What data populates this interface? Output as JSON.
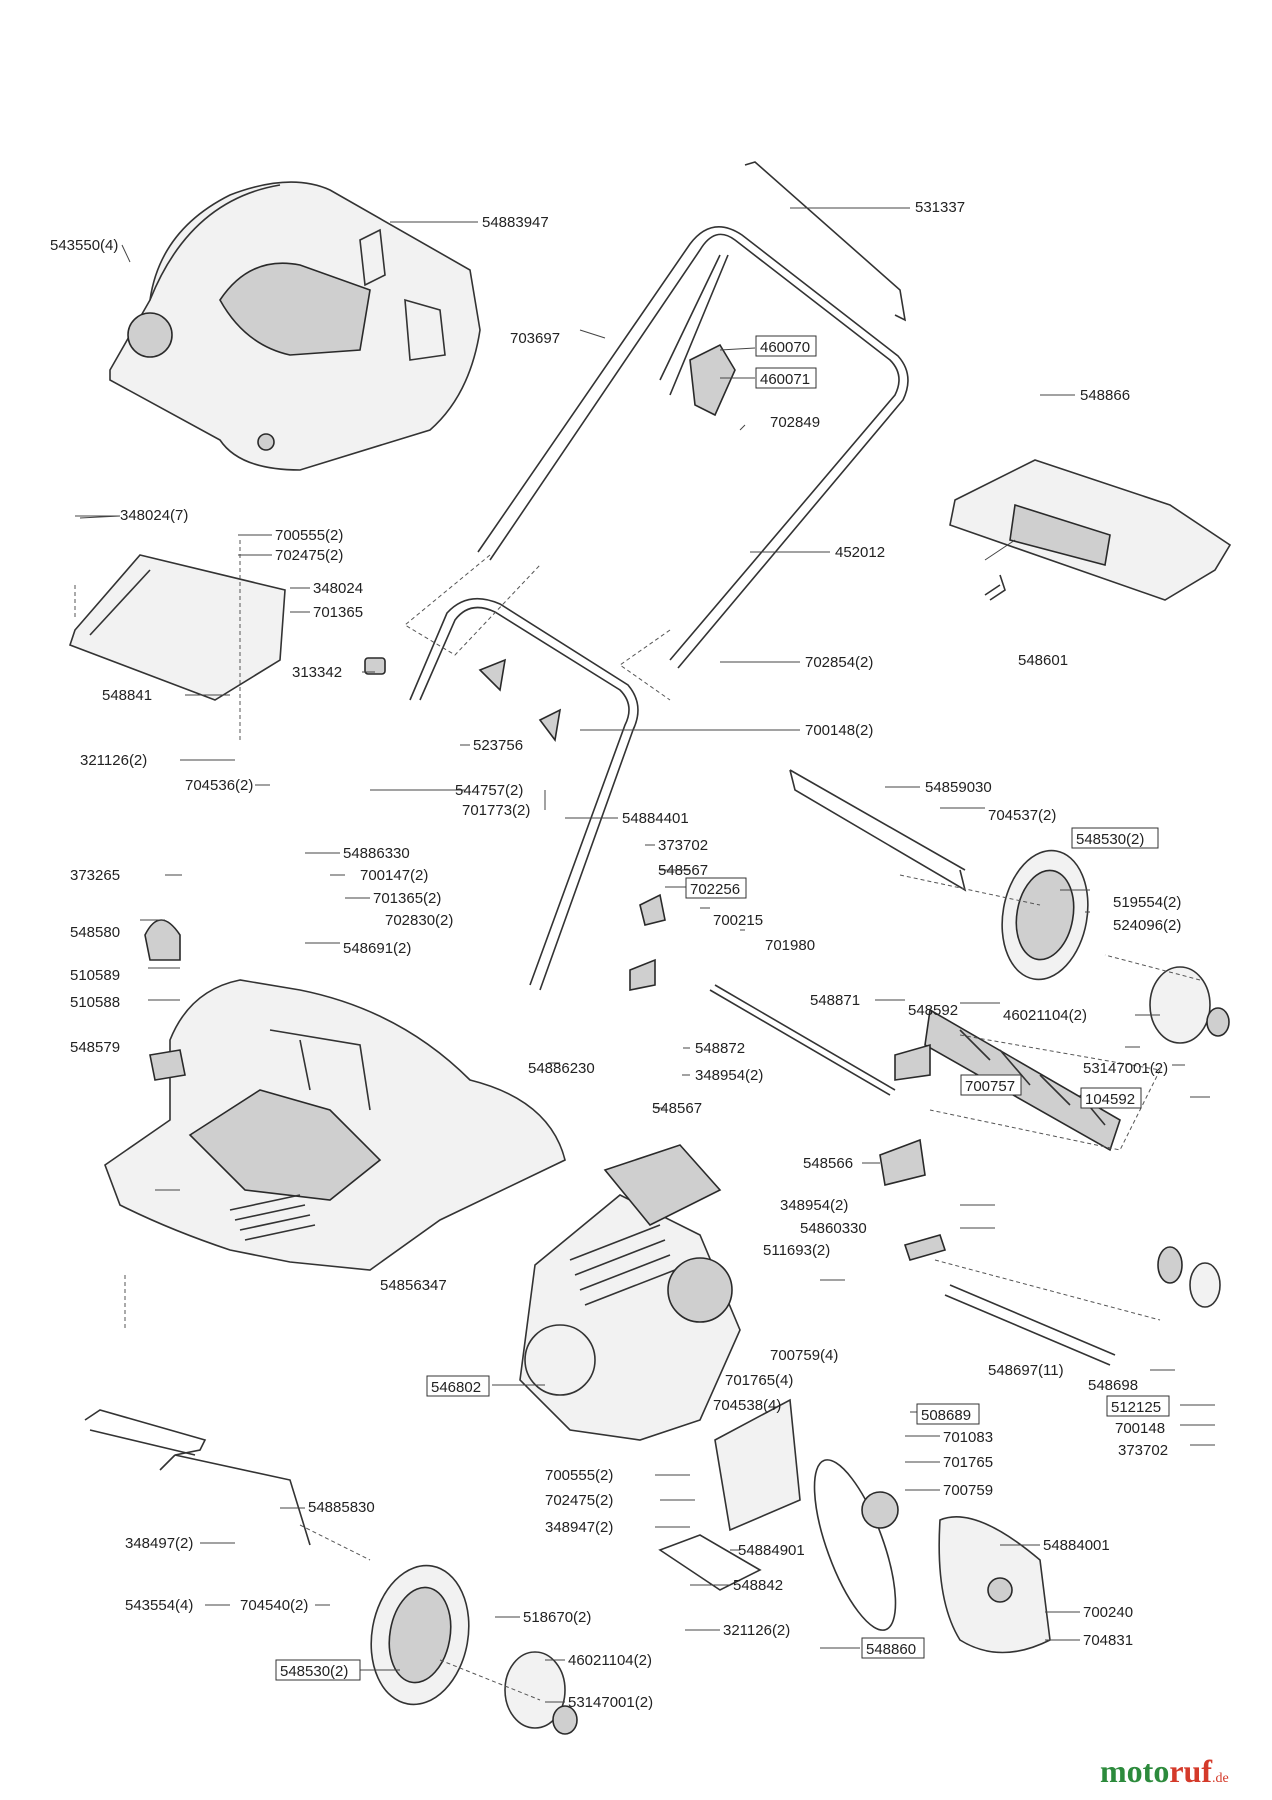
{
  "labels": {
    "p54883947": "54883947",
    "p543550": "543550(4)",
    "p531337": "531337",
    "p703697": "703697",
    "p460070": "460070",
    "p460071": "460071",
    "p702849": "702849",
    "p548866": "548866",
    "p348024_7": "348024(7)",
    "p700555_2a": "700555(2)",
    "p702475_2a": "702475(2)",
    "p348024": "348024",
    "p701365": "701365",
    "p452012": "452012",
    "p313342": "313342",
    "p548841": "548841",
    "p548601": "548601",
    "p702854": "702854(2)",
    "p523756": "523756",
    "p700148_2": "700148(2)",
    "p321126_2a": "321126(2)",
    "p704536": "704536(2)",
    "p544757": "544757(2)",
    "p701773": "701773(2)",
    "p54859030": "54859030",
    "p704537": "704537(2)",
    "p54884401": "54884401",
    "p548530_2a": "548530(2)",
    "p373265": "373265",
    "p54886330": "54886330",
    "p373702a": "373702",
    "p700147": "700147(2)",
    "p548567a": "548567",
    "p702256": "702256",
    "p701365_2": "701365(2)",
    "p702830": "702830(2)",
    "p700215": "700215",
    "p519554": "519554(2)",
    "p524096": "524096(2)",
    "p548580": "548580",
    "p548691": "548691(2)",
    "p701980": "701980",
    "p510589": "510589",
    "p510588": "510588",
    "p548871": "548871",
    "p548592": "548592",
    "p46021104_2a": "46021104(2)",
    "p548579": "548579",
    "p548872": "548872",
    "p54886230": "54886230",
    "p53147001_2a": "53147001(2)",
    "p348954_2a": "348954(2)",
    "p700757": "700757",
    "p548567b": "548567",
    "p104592": "104592",
    "p548566": "548566",
    "p348954_2b": "348954(2)",
    "p54860330": "54860330",
    "p511693": "511693(2)",
    "p54856347": "54856347",
    "p700759_4": "700759(4)",
    "p701765_4": "701765(4)",
    "p704538": "704538(4)",
    "p548697": "548697(11)",
    "p548698": "548698",
    "p546802": "546802",
    "p512125": "512125",
    "p700148": "700148",
    "p373702b": "373702",
    "p508689": "508689",
    "p701083": "701083",
    "p701765": "701765",
    "p700555_2b": "700555(2)",
    "p700759": "700759",
    "p54885830": "54885830",
    "p702475_2b": "702475(2)",
    "p348947": "348947(2)",
    "p54884001": "54884001",
    "p348497": "348497(2)",
    "p54884901": "54884901",
    "p548842": "548842",
    "p700240": "700240",
    "p704831": "704831",
    "p543554": "543554(4)",
    "p704540": "704540(2)",
    "p518670": "518670(2)",
    "p321126_2b": "321126(2)",
    "p548860": "548860",
    "p46021104_2b": "46021104(2)",
    "p548530_2b": "548530(2)",
    "p53147001_2b": "53147001(2)"
  },
  "watermark": {
    "brand_part1": "moto",
    "brand_part2": "ruf",
    "suffix": ".de"
  }
}
